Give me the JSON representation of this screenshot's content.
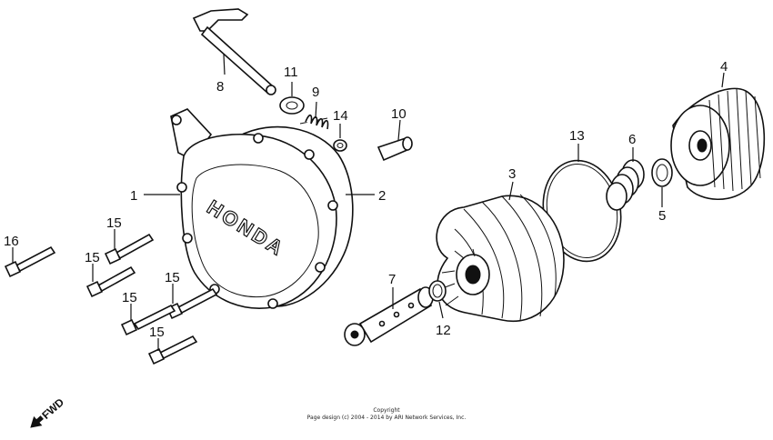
{
  "diagram": {
    "callouts": [
      "1",
      "2",
      "3",
      "4",
      "5",
      "6",
      "7",
      "8",
      "9",
      "10",
      "11",
      "12",
      "13",
      "14",
      "15",
      "16"
    ],
    "brand_text": "HONDA",
    "direction_marker": "FWD",
    "copyright_line1": "Copyright",
    "copyright_line2": "Page design (c) 2004 - 2014 by ARI Network Services, Inc."
  },
  "icons": {
    "direction_arrow": "arrow-icon"
  }
}
